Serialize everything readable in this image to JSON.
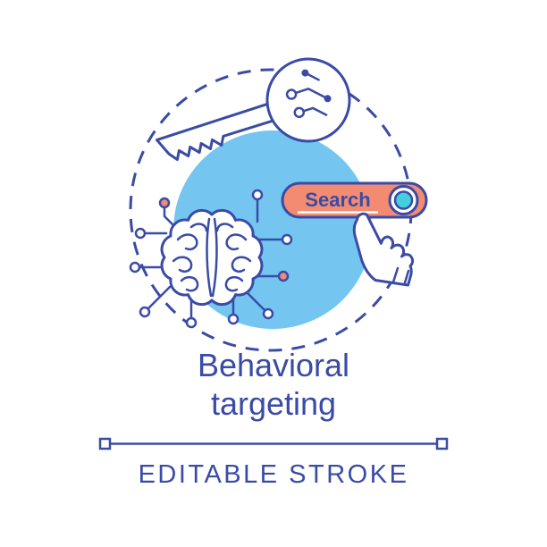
{
  "illustration": {
    "title": {
      "line1": "Behavioral",
      "line2": "targeting"
    },
    "search_bar": {
      "label": "Search"
    },
    "footer": {
      "label": "EDITABLE STROKE"
    },
    "icons": [
      "key-icon",
      "brain-circuit-icon",
      "search-bar",
      "hand-cursor-icon"
    ],
    "colors": {
      "outline": "#3a4ba6",
      "text": "#3a4ba6",
      "circle_fill": "#74c6f0",
      "accent_salmon": "#f28b71",
      "accent_teal": "#45cee0",
      "background": "#ffffff"
    }
  }
}
